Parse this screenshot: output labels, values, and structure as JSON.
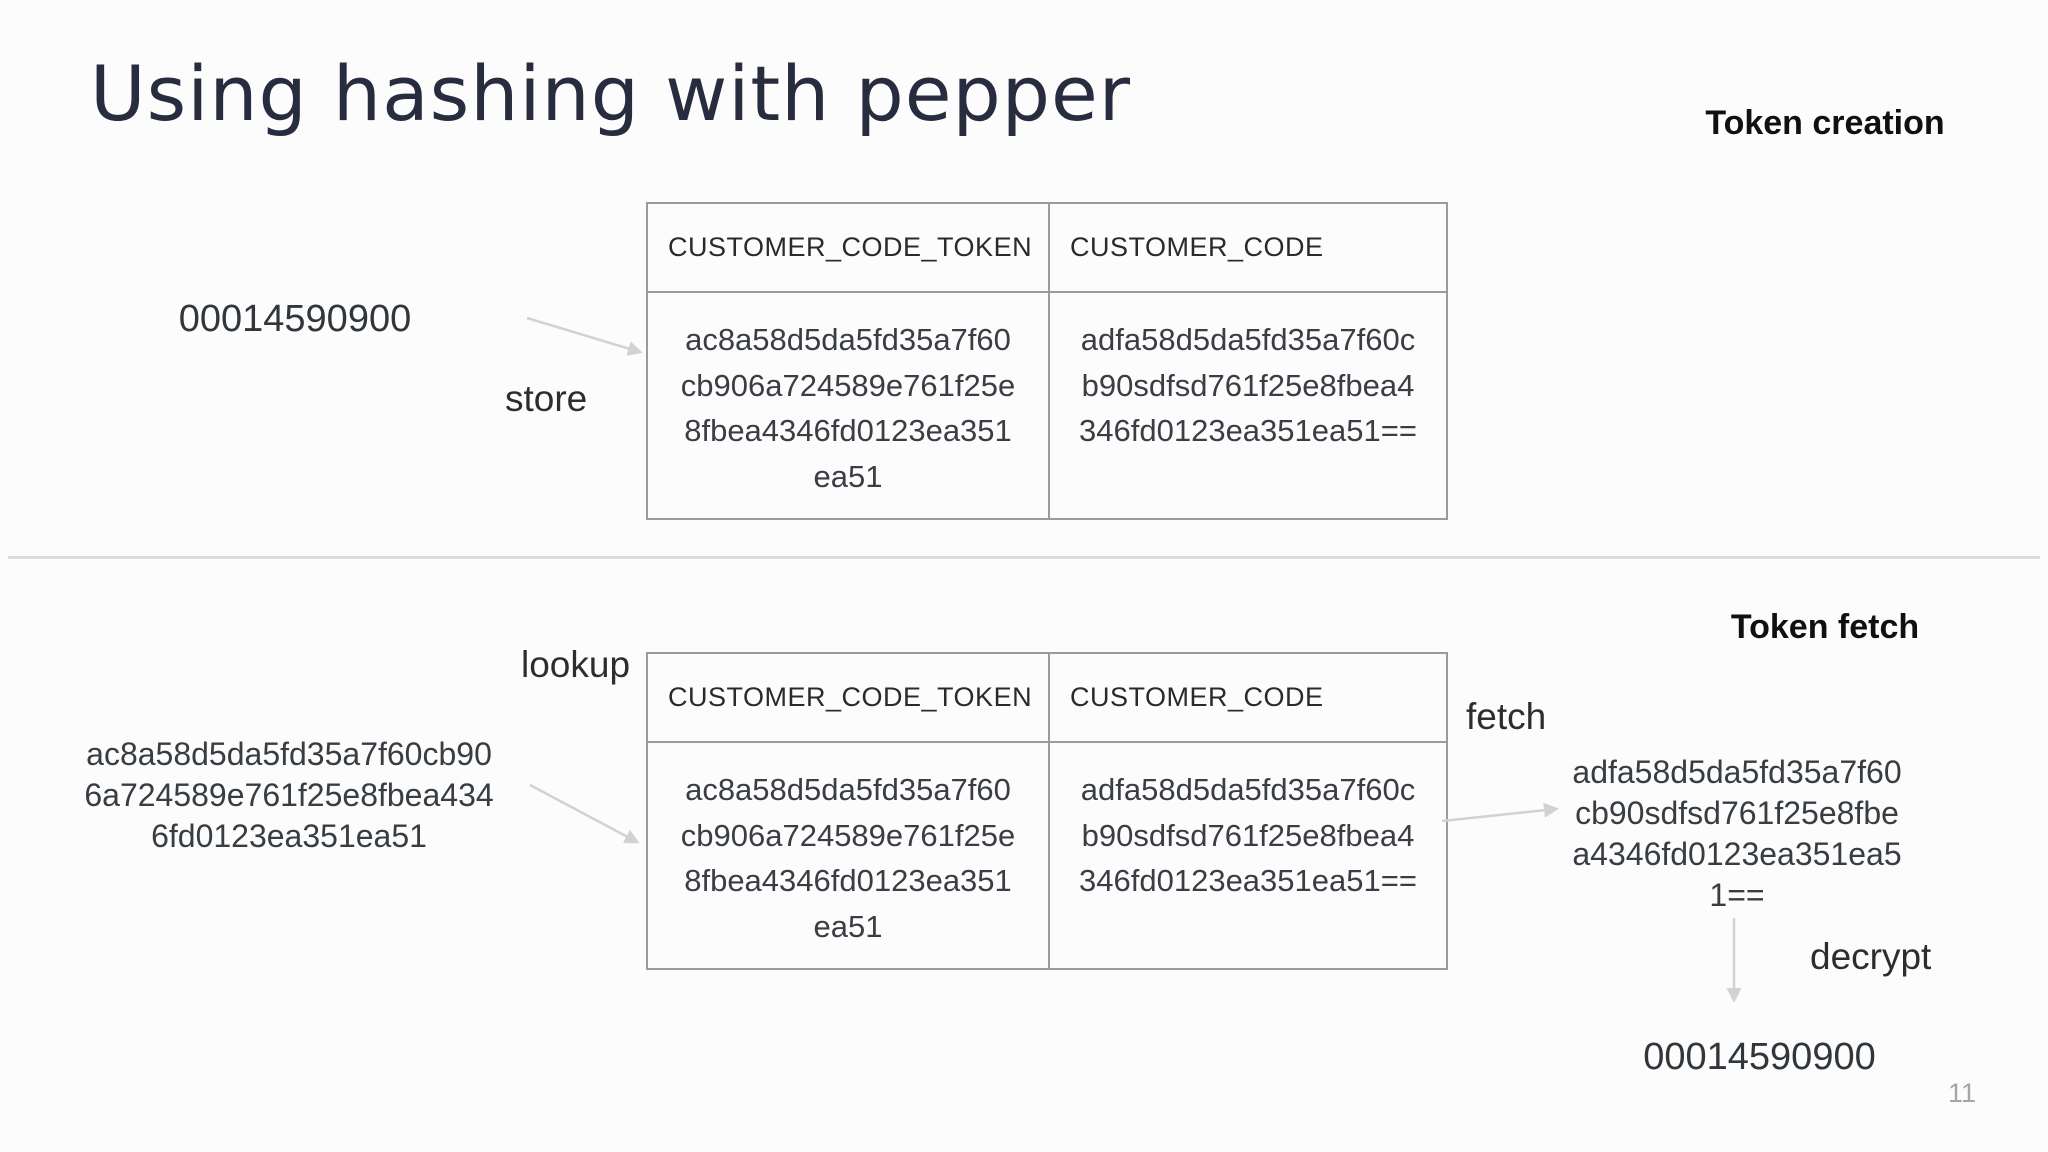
{
  "slide": {
    "title": "Using hashing with pepper",
    "page_number": "11"
  },
  "token_creation": {
    "heading": "Token creation",
    "input_value": "00014590900",
    "store_label": "store",
    "table": {
      "headers": [
        "CUSTOMER_CODE_TOKEN",
        "CUSTOMER_CODE"
      ],
      "row": {
        "customer_code_token": "ac8a58d5da5fd35a7f60\ncb906a724589e761f25e\n8fbea4346fd0123ea351\nea51",
        "customer_code": "adfa58d5da5fd35a7f60c\nb90sdfsd761f25e8fbea4\n346fd0123ea351ea51=="
      }
    }
  },
  "token_fetch": {
    "heading": "Token fetch",
    "lookup_label": "lookup",
    "lookup_value": "ac8a58d5da5fd35a7f60cb90\n6a724589e761f25e8fbea434\n6fd0123ea351ea51",
    "table": {
      "headers": [
        "CUSTOMER_CODE_TOKEN",
        "CUSTOMER_CODE"
      ],
      "row": {
        "customer_code_token": "ac8a58d5da5fd35a7f60\ncb906a724589e761f25e\n8fbea4346fd0123ea351\nea51",
        "customer_code": "adfa58d5da5fd35a7f60c\nb90sdfsd761f25e8fbea4\n346fd0123ea351ea51=="
      }
    },
    "fetch_label": "fetch",
    "fetch_result": "adfa58d5da5fd35a7f60\ncb90sdfsd761f25e8fbe\na4346fd0123ea351ea5\n1==",
    "decrypt_label": "decrypt",
    "output_value": "00014590900"
  },
  "colors": {
    "arrow": "#d2d2d2",
    "table_border": "#9b9b9b",
    "divider": "#dbdbdb",
    "title": "#272c3e",
    "body_text": "#3a3e44",
    "muted": "#a5a5a5"
  }
}
